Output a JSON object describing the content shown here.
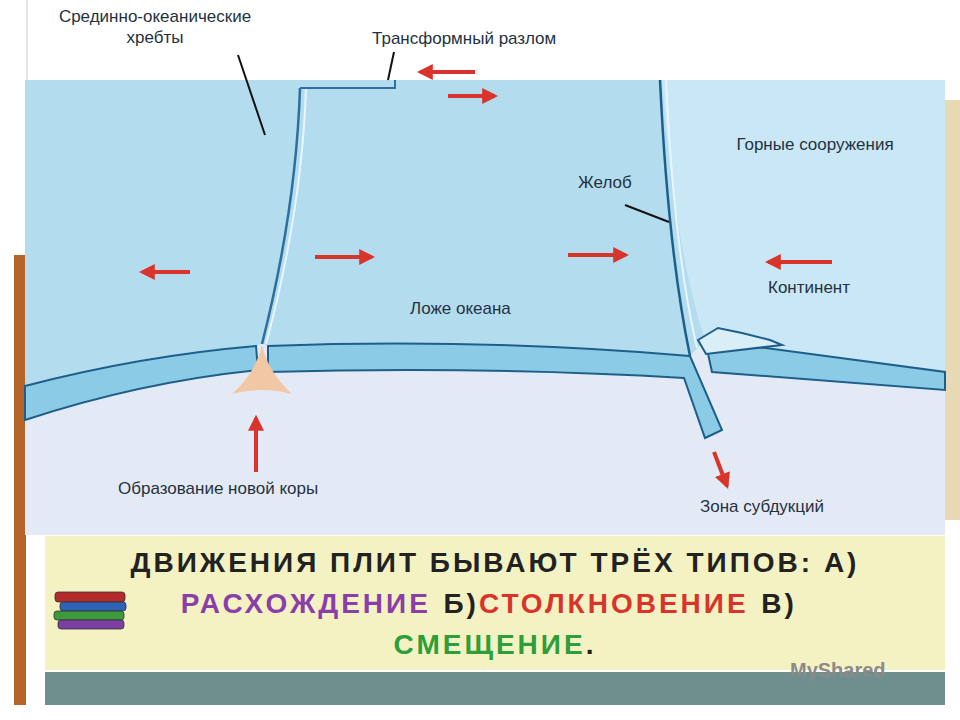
{
  "diagram": {
    "nodes": [
      {
        "text": [
          "ДВИЖЕНИЯ ПЛИТ БЫВАЮТ ТРЁХ ТИПОВ: А)",
          "РАСХОЖДЕНИЕ",
          "Б)",
          "СТОЛКНОВЕНИЕ",
          "В)",
          "СМЕЩЕНИЕ",
          "."
        ]
      }
    ],
    "labels": [
      "Срединно-океанические хребты",
      "Трансформный разлом",
      "Горные сооружения",
      "Желоб",
      "Континент",
      "Ложе океана",
      "Образование новой коры",
      "Зона субдукций",
      "MyShared"
    ]
  }
}
